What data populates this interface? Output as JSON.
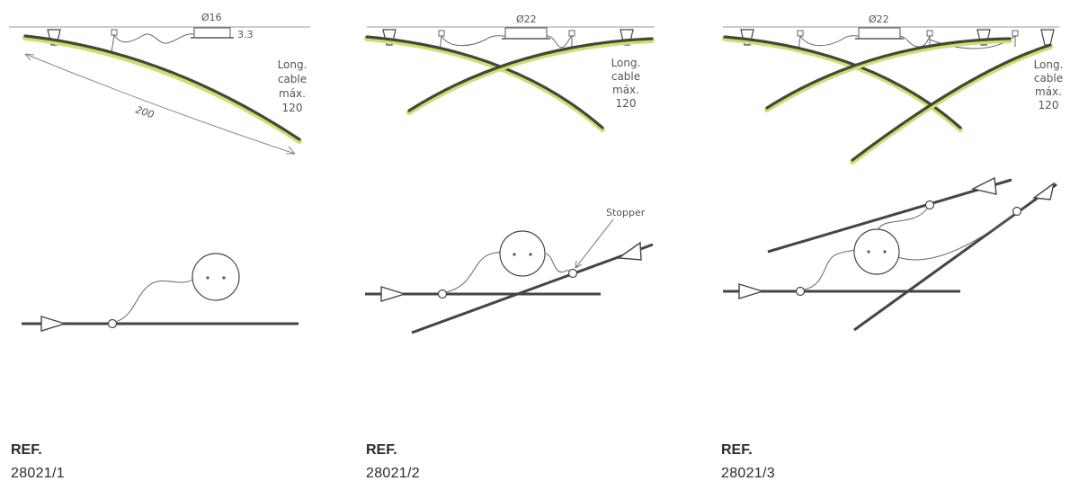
{
  "panels": [
    {
      "diameter": "Ø16",
      "depth": "3.3",
      "length": "200",
      "cable_note": [
        "Long.",
        "cable",
        "máx.",
        "120"
      ],
      "ref_label": "REF.",
      "ref_number": "28021/1"
    },
    {
      "diameter": "Ø22",
      "cable_note": [
        "Long.",
        "cable",
        "máx.",
        "120"
      ],
      "stopper": "Stopper",
      "ref_label": "REF.",
      "ref_number": "28021/2"
    },
    {
      "diameter": "Ø22",
      "cable_note": [
        "Long.",
        "cable",
        "máx.",
        "120"
      ],
      "ref_label": "REF.",
      "ref_number": "28021/3"
    }
  ],
  "colors": {
    "rod": "#454545",
    "led": "#cfe06a",
    "line": "#666666",
    "ceiling": "#999999"
  }
}
